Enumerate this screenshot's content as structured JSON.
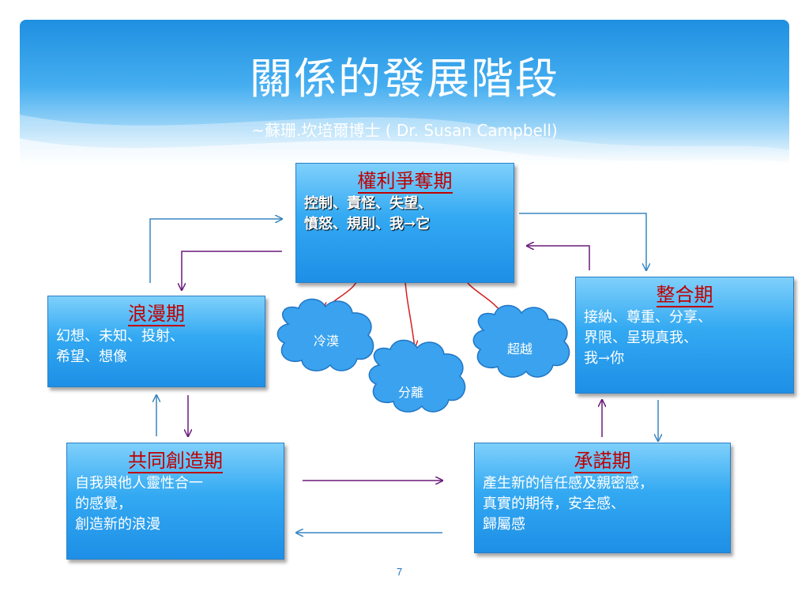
{
  "slide": {
    "title": "關係的發展階段",
    "subtitle": "~蘇珊.坎培爾博士 ( Dr. Susan Campbell)",
    "page_number": "7"
  },
  "stages": {
    "power_struggle": {
      "name": "權利爭奪期",
      "desc": "控制、責怪、失望、\n憤怒、規則、我→它"
    },
    "romance": {
      "name": "浪漫期",
      "desc": "幻想、未知、投射、\n希望、想像"
    },
    "integration": {
      "name": "整合期",
      "desc": "接納、尊重、分享、\n界限、呈現真我、\n我→你"
    },
    "co_creation": {
      "name": "共同創造期",
      "desc": "自我與他人靈性合一\n的感覺，\n創造新的浪漫"
    },
    "commitment": {
      "name": "承諾期",
      "desc": "產生新的信任感及親密感，\n真實的期待，安全感、\n歸屬感"
    }
  },
  "outcomes": {
    "indifference": "冷漠",
    "separation": "分離",
    "transcendence": "超越"
  },
  "colors": {
    "red_arrow": "#d42020",
    "blue_arrow": "#3a86c0",
    "purple_arrow": "#6a1a7a"
  }
}
